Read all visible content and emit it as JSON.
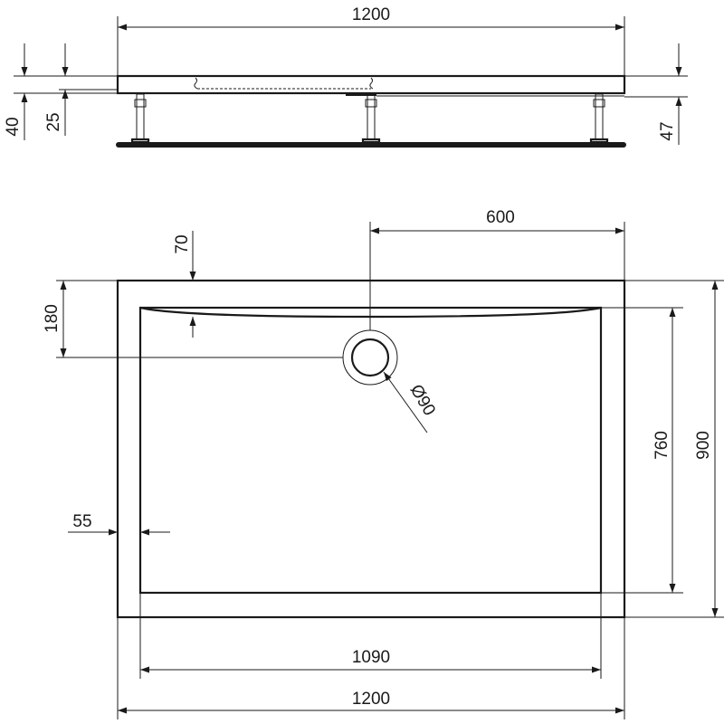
{
  "side_view": {
    "width_label": "1200",
    "height_total_label": "40",
    "height_rim_label": "25",
    "height_right_label": "47"
  },
  "plan_view": {
    "drain_offset_x_label": "600",
    "channel_depth_label": "70",
    "drain_offset_y_label": "180",
    "drain_diameter_label": "Ø90",
    "rim_width_label": "55",
    "inner_depth_label": "760",
    "outer_depth_label": "900",
    "inner_width_label": "1090",
    "outer_width_label": "1200"
  },
  "colors": {
    "line": "#1a1a1a",
    "background": "#ffffff"
  }
}
